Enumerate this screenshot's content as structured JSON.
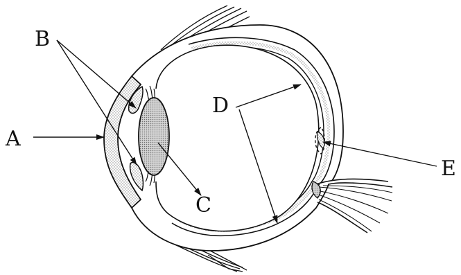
{
  "labels": {
    "a": "A",
    "b": "B",
    "c": "C",
    "d": "D",
    "e": "E"
  },
  "colors": {
    "stroke": "#111111",
    "stipple": "#9a9a9a",
    "lens_fill": "#c8c8c8"
  }
}
